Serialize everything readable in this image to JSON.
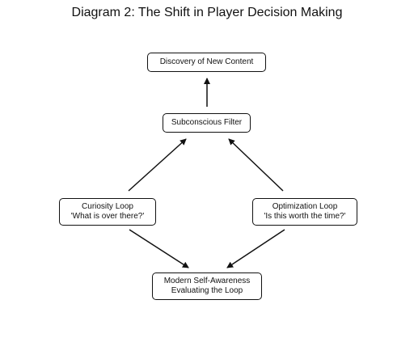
{
  "title": "Diagram 2: The Shift in Player Decision Making",
  "nodes": {
    "discovery": {
      "line1": "Discovery of New Content"
    },
    "filter": {
      "line1": "Subconscious Filter"
    },
    "curiosity": {
      "line1": "Curiosity Loop",
      "line2": "'What is over there?'"
    },
    "optimization": {
      "line1": "Optimization Loop",
      "line2": "'Is this worth the time?'"
    },
    "awareness": {
      "line1": "Modern Self-Awareness",
      "line2": "Evaluating the Loop"
    }
  },
  "edges": [
    {
      "from": "filter",
      "to": "discovery"
    },
    {
      "from": "curiosity",
      "to": "filter"
    },
    {
      "from": "optimization",
      "to": "filter"
    },
    {
      "from": "curiosity",
      "to": "awareness"
    },
    {
      "from": "optimization",
      "to": "awareness"
    }
  ],
  "colors": {
    "stroke": "#111111",
    "background": "#ffffff"
  }
}
